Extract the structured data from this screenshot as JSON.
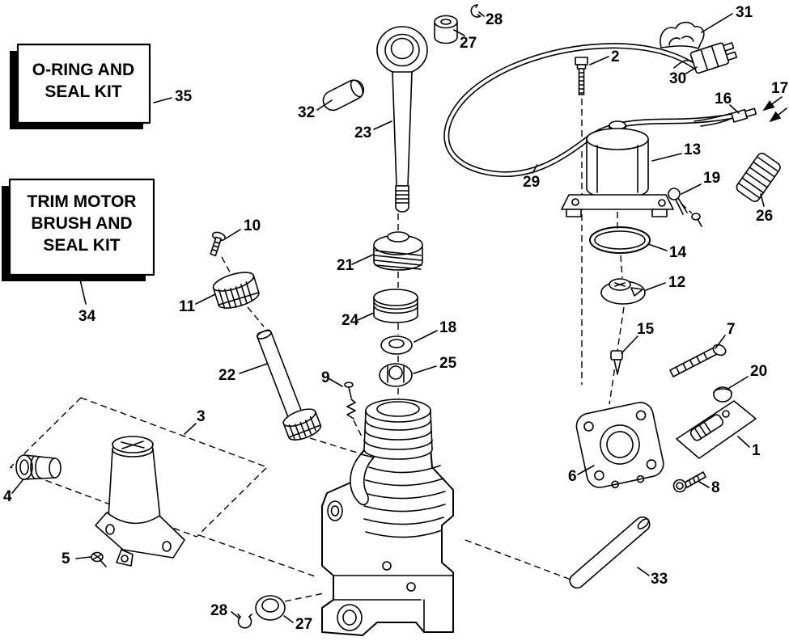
{
  "colors": {
    "line": "#000000",
    "background": "#ffffff"
  },
  "kits": {
    "oring_seal": {
      "lines": [
        "O-RING AND",
        "SEAL KIT"
      ]
    },
    "trim_motor": {
      "lines": [
        "TRIM MOTOR",
        "BRUSH AND",
        "SEAL KIT"
      ]
    }
  },
  "callouts": {
    "c1": {
      "label": "1"
    },
    "c2": {
      "label": "2"
    },
    "c3": {
      "label": "3"
    },
    "c4": {
      "label": "4"
    },
    "c5": {
      "label": "5"
    },
    "c6": {
      "label": "6"
    },
    "c7": {
      "label": "7"
    },
    "c8": {
      "label": "8"
    },
    "c9": {
      "label": "9"
    },
    "c10": {
      "label": "10"
    },
    "c11": {
      "label": "11"
    },
    "c12": {
      "label": "12"
    },
    "c13": {
      "label": "13"
    },
    "c14": {
      "label": "14"
    },
    "c15": {
      "label": "15"
    },
    "c16": {
      "label": "16"
    },
    "c17": {
      "label": "17"
    },
    "c18": {
      "label": "18"
    },
    "c19": {
      "label": "19"
    },
    "c20": {
      "label": "20"
    },
    "c21": {
      "label": "21"
    },
    "c22": {
      "label": "22"
    },
    "c23": {
      "label": "23"
    },
    "c24": {
      "label": "24"
    },
    "c25": {
      "label": "25"
    },
    "c26": {
      "label": "26"
    },
    "c27_top": {
      "label": "27"
    },
    "c27_bottom": {
      "label": "27"
    },
    "c28_top": {
      "label": "28"
    },
    "c28_bottom": {
      "label": "28"
    },
    "c29": {
      "label": "29"
    },
    "c30": {
      "label": "30"
    },
    "c31": {
      "label": "31"
    },
    "c32": {
      "label": "32"
    },
    "c33": {
      "label": "33"
    },
    "c34": {
      "label": "34"
    },
    "c35": {
      "label": "35"
    }
  }
}
